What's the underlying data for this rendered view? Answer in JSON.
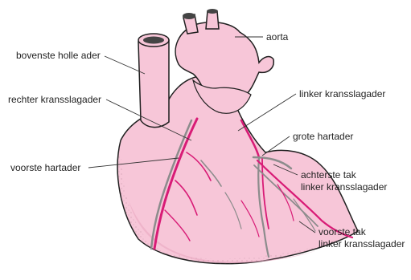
{
  "labels": {
    "aorta": "aorta",
    "superior_vena_cava": "bovenste holle ader",
    "right_coronary_artery": "rechter kransslagader",
    "anterior_cardiac_vein": "voorste hartader",
    "left_coronary_artery": "linker kransslagader",
    "great_cardiac_vein": "grote hartader",
    "posterior_branch_line1": "achterste tak",
    "posterior_branch_line2": "linker kransslagader",
    "anterior_branch_line1": "voorste tak",
    "anterior_branch_line2": "linker kransslagader"
  },
  "colors": {
    "heart_fill": "#f7c6d8",
    "heart_shadow": "#e9a9c1",
    "outline": "#1f1f1f",
    "artery": "#d81b76",
    "vein": "#8c8c8c",
    "leader_line": "#333333"
  }
}
